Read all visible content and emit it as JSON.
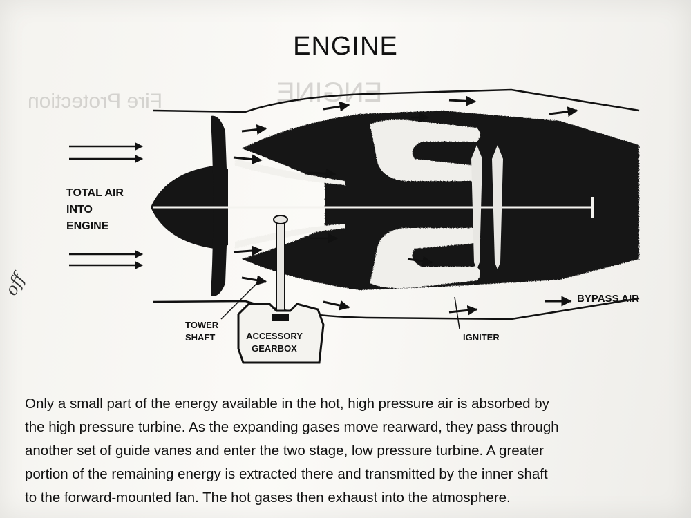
{
  "title": "ENGINE",
  "labels": {
    "total_air_line1": "TOTAL AIR",
    "total_air_line2": "INTO",
    "total_air_line3": "ENGINE",
    "tower_shaft_line1": "TOWER",
    "tower_shaft_line2": "SHAFT",
    "accessory_gearbox_line1": "ACCESSORY",
    "accessory_gearbox_line2": "GEARBOX",
    "bypass_air": "BYPASS AIR",
    "igniter": "IGNITER"
  },
  "paragraph": [
    "Only a small part of the energy available in the hot, high pressure air is absorbed by",
    "the high pressure turbine. As the expanding gases move rearward, they pass through",
    "another set of guide vanes and enter the two stage, low pressure turbine. A greater",
    "portion of the remaining energy is extracted there and transmitted by the inner shaft",
    "to the forward-mounted fan. The hot gases then exhaust into the atmosphere."
  ],
  "handwriting": "off",
  "bleed_through": {
    "line1": "Fire Protection",
    "line2": "ENGINE"
  }
}
